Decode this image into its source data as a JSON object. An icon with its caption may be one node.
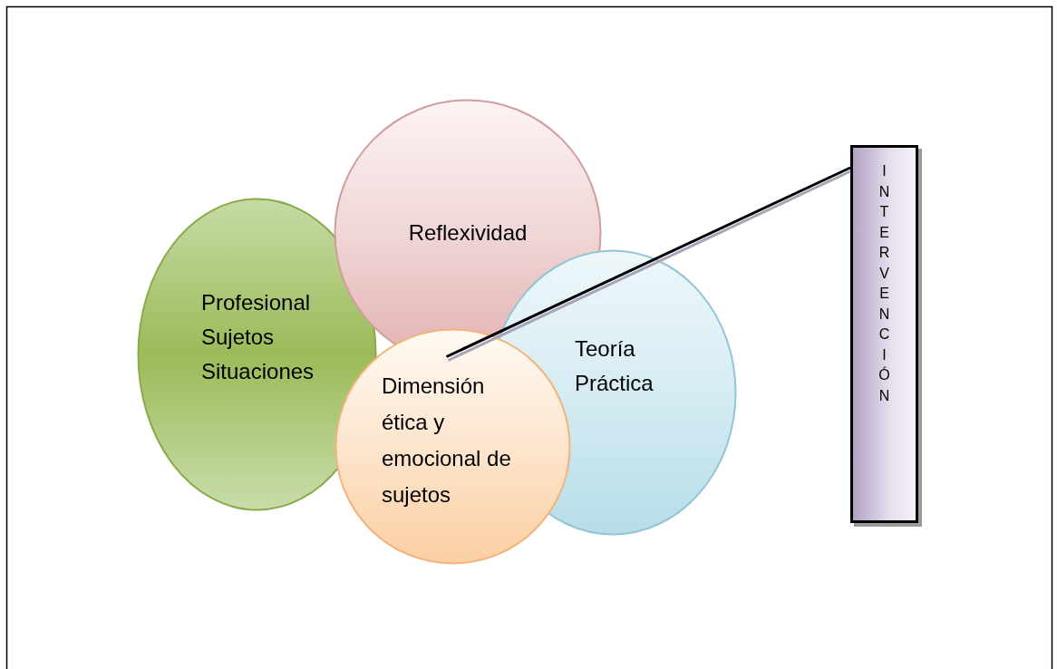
{
  "diagram": {
    "nodes": [
      {
        "text": [
          "Profesional Sujetos Situaciones"
        ]
      },
      {
        "text": [
          "Reflexividad"
        ]
      },
      {
        "text": [
          "Teoría Práctica"
        ]
      },
      {
        "text": [
          "Dimensión ética y emocional de sujetos"
        ]
      },
      {
        "text": [
          "INTERVENCIÓN"
        ]
      }
    ],
    "edges": [
      {
        "from": 4,
        "to": 3,
        "arrow": "none"
      }
    ]
  }
}
